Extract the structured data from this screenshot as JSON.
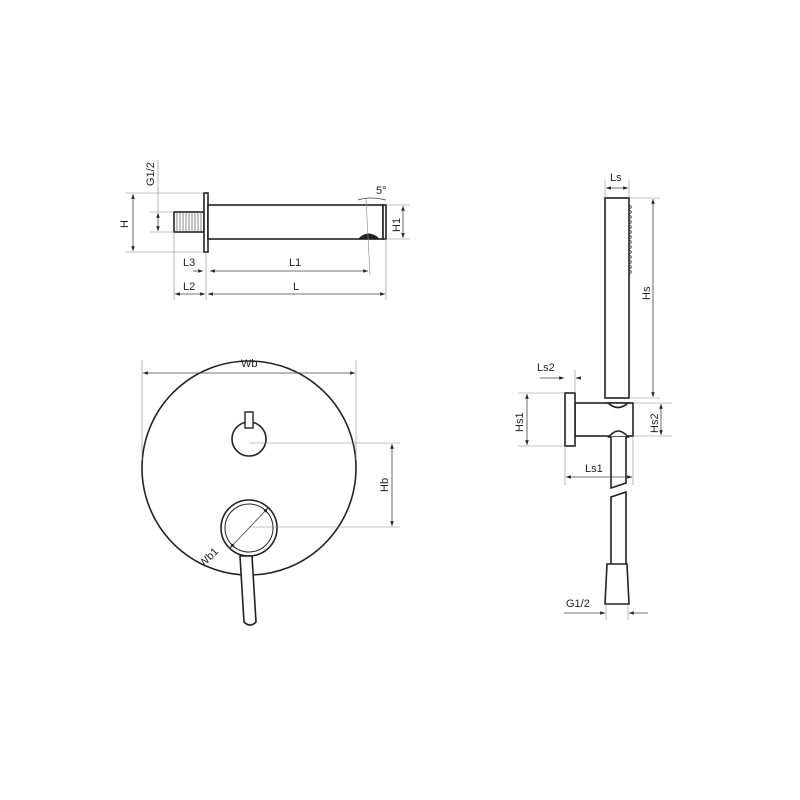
{
  "spout": {
    "g12": "G1/2",
    "h": "H",
    "h1": "H1",
    "l": "L",
    "l1": "L1",
    "l2": "L2",
    "l3": "L3",
    "angle": "5°"
  },
  "mixer": {
    "wb": "Wb",
    "wb1": "Wb1",
    "hb": "Hb"
  },
  "shower": {
    "ls": "Ls",
    "hs": "Hs",
    "ls2": "Ls2",
    "hs1": "Hs1",
    "hs2": "Hs2",
    "ls1": "Ls1",
    "g12": "G1/2"
  }
}
